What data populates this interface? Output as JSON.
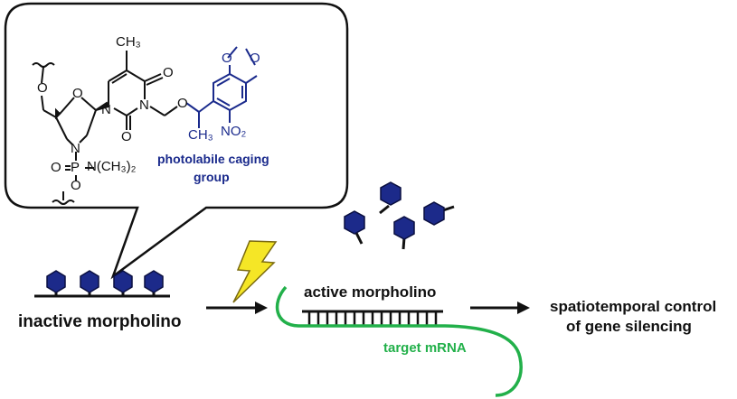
{
  "colors": {
    "cage_hexagon": "#1c2a8a",
    "cage_text": "#1a2a8c",
    "mrna": "#22b04a",
    "lightning": "#f5e626",
    "ink": "#111111"
  },
  "icons": [
    "lightning-bolt-icon",
    "caged-hexagon-icon",
    "arrow-icon"
  ],
  "chemistry": {
    "methyl_top": "CH₃",
    "atom_O": "O",
    "atom_N": "N",
    "atom_P": "P",
    "dimethylamino": "N(CH₃)₂",
    "nitro": "NO₂",
    "cage_methyl": "CH₃",
    "cage_label_line1": "photolabile caging",
    "cage_label_line2": "group"
  },
  "labels": {
    "inactive": "inactive morpholino",
    "active": "active morpholino",
    "target": "target mRNA",
    "result_line1": "spatiotemporal control",
    "result_line2": "of gene silencing"
  }
}
